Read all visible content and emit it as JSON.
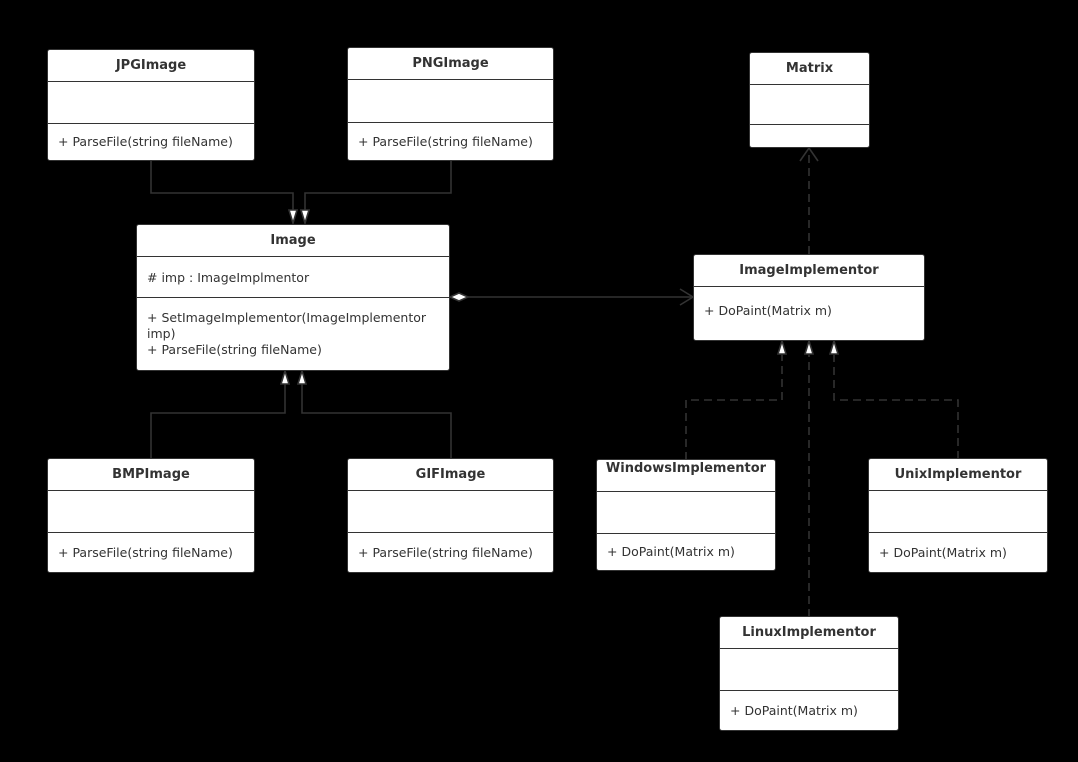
{
  "colors": {
    "background": "#000000",
    "box_fill": "#ffffff",
    "stroke": "#333333",
    "text": "#333333"
  },
  "classes": {
    "jpg": {
      "name": "JPGImage",
      "attributes": [],
      "operations": [
        "+ ParseFile(string fileName)"
      ]
    },
    "png": {
      "name": "PNGImage",
      "attributes": [],
      "operations": [
        "+ ParseFile(string fileName)"
      ]
    },
    "matrix": {
      "name": "Matrix",
      "attributes": [],
      "operations": []
    },
    "image": {
      "name": "Image",
      "attributes": [
        "# imp : ImageImplmentor"
      ],
      "operations": [
        "+ SetImageImplementor(ImageImplementor imp)",
        "+ ParseFile(string fileName)"
      ]
    },
    "image_implementor": {
      "name": "ImageImplementor",
      "attributes": [],
      "operations": [
        "+ DoPaint(Matrix m)"
      ]
    },
    "bmp": {
      "name": "BMPImage",
      "attributes": [],
      "operations": [
        "+ ParseFile(string fileName)"
      ]
    },
    "gif": {
      "name": "GIFImage",
      "attributes": [],
      "operations": [
        "+ ParseFile(string fileName)"
      ]
    },
    "windows": {
      "name": "WindowsImplementor",
      "attributes": [],
      "operations": [
        "+ DoPaint(Matrix m)"
      ]
    },
    "unix": {
      "name": "UnixImplementor",
      "attributes": [],
      "operations": [
        "+ DoPaint(Matrix m)"
      ]
    },
    "linux": {
      "name": "LinuxImplementor",
      "attributes": [],
      "operations": [
        "+ DoPaint(Matrix m)"
      ]
    }
  },
  "relationships": [
    {
      "type": "generalization",
      "from": "JPGImage",
      "to": "Image"
    },
    {
      "type": "generalization",
      "from": "PNGImage",
      "to": "Image"
    },
    {
      "type": "generalization",
      "from": "BMPImage",
      "to": "Image"
    },
    {
      "type": "generalization",
      "from": "GIFImage",
      "to": "Image"
    },
    {
      "type": "aggregation",
      "from": "Image",
      "to": "ImageImplementor"
    },
    {
      "type": "dependency",
      "from": "ImageImplementor",
      "to": "Matrix"
    },
    {
      "type": "realization",
      "from": "WindowsImplementor",
      "to": "ImageImplementor"
    },
    {
      "type": "realization",
      "from": "UnixImplementor",
      "to": "ImageImplementor"
    },
    {
      "type": "realization",
      "from": "LinuxImplementor",
      "to": "ImageImplementor"
    }
  ]
}
